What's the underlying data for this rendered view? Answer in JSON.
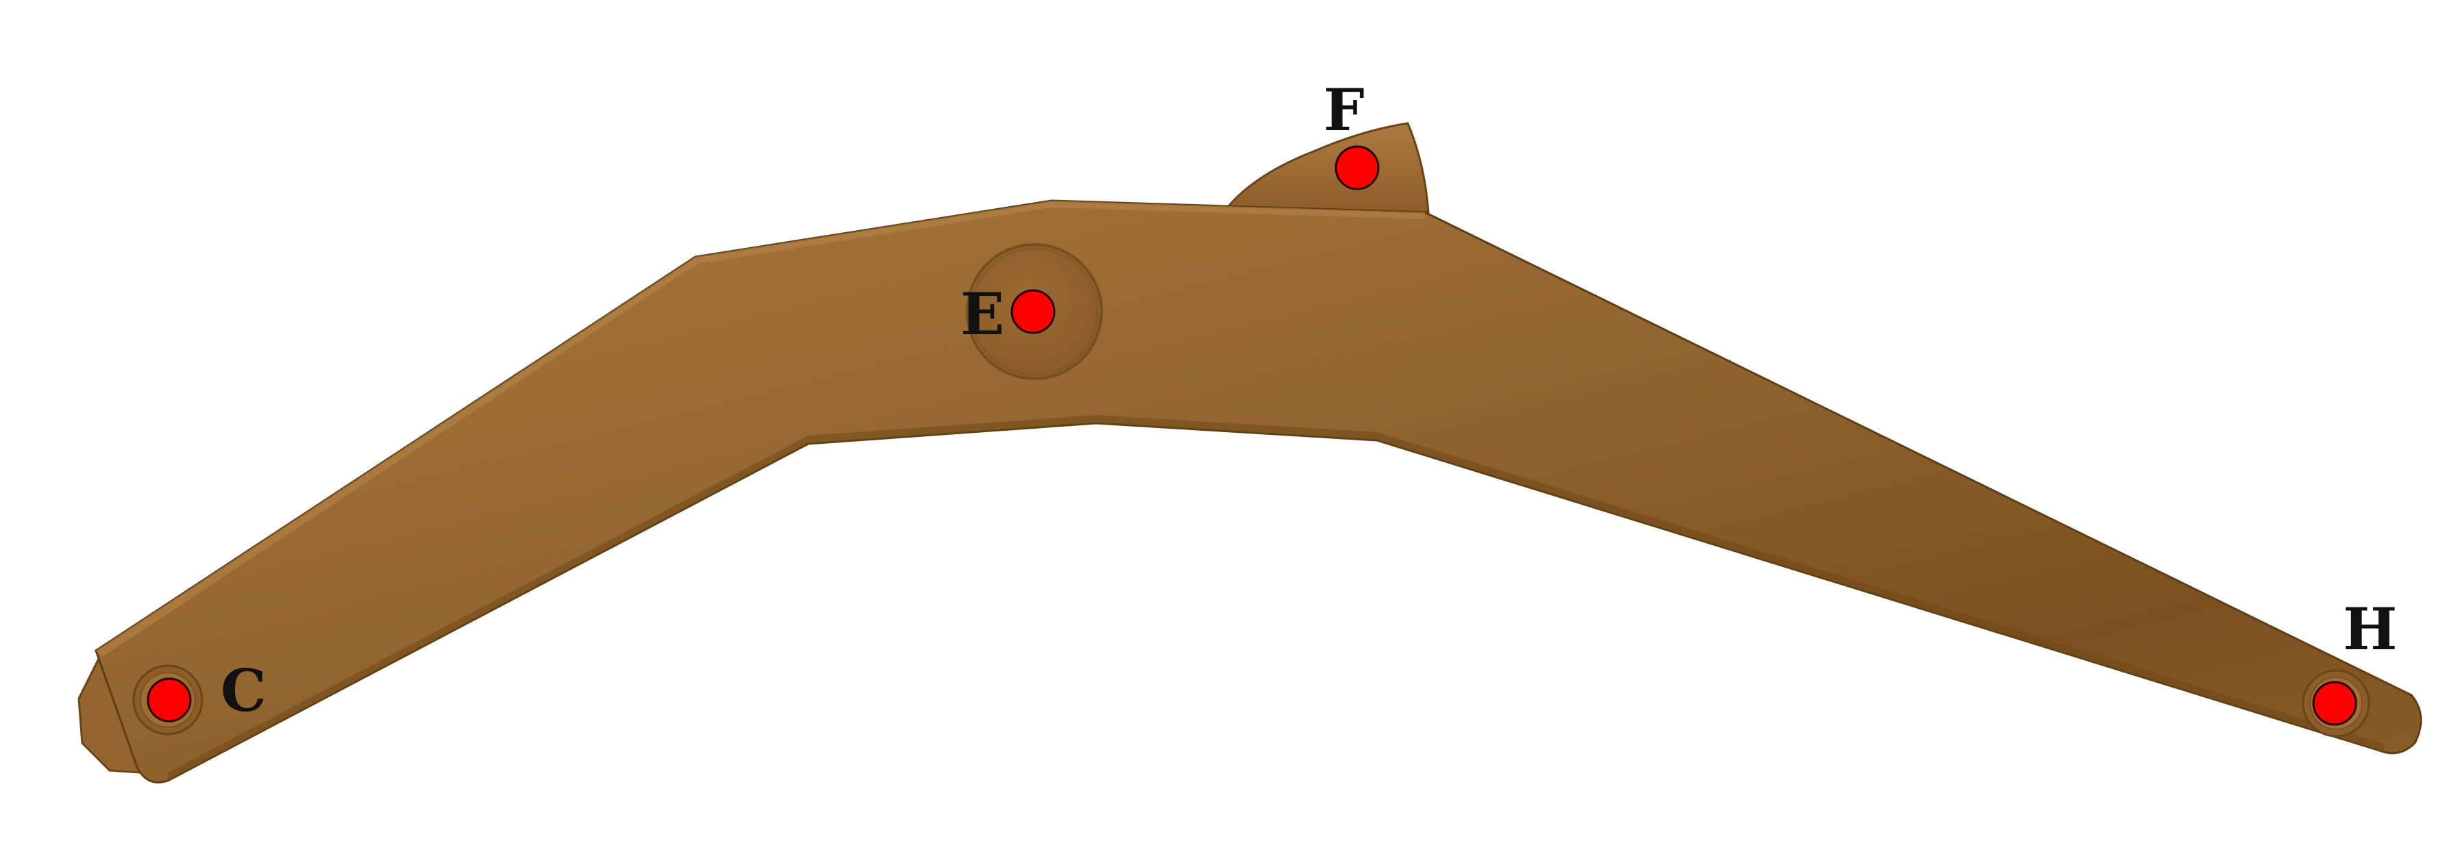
{
  "diagram": {
    "colors": {
      "link_body": "#8f602c",
      "link_highlight": "#a8773d",
      "link_shadow": "#6f4818",
      "link_edge": "#5e3e14",
      "joint_marker": "#ff0000",
      "label_text": "#111111",
      "background": "#ffffff"
    },
    "joints": [
      {
        "id": "C",
        "label": "C",
        "marker_color": "#ff0000"
      },
      {
        "id": "E",
        "label": "E",
        "marker_color": "#ff0000"
      },
      {
        "id": "F",
        "label": "F",
        "marker_color": "#ff0000"
      },
      {
        "id": "H",
        "label": "H",
        "marker_color": "#ff0000"
      }
    ]
  }
}
